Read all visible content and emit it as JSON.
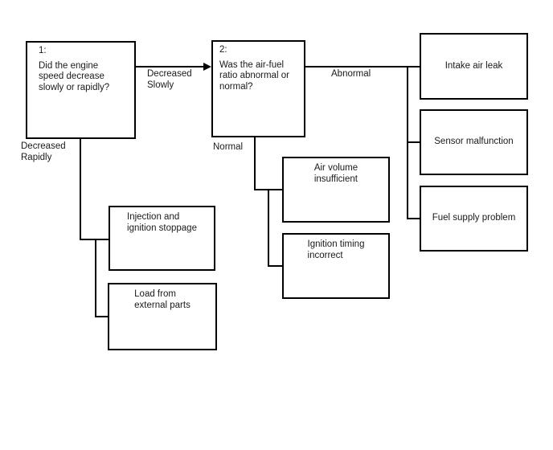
{
  "diagram": {
    "background_color": "#ffffff",
    "line_color": "#000000",
    "nodes": {
      "q1": {
        "id": "1:",
        "text": "Did the engine\nspeed decrease\nslowly or rapidly?"
      },
      "q2": {
        "id": "2:",
        "text": "Was the air-fuel\nratio abnormal or\nnormal?"
      },
      "intake": {
        "text": "Intake air leak"
      },
      "sensor": {
        "text": "Sensor malfunction"
      },
      "fuel": {
        "text": "Fuel supply problem"
      },
      "air_volume": {
        "text": "Air volume\ninsufficient"
      },
      "ignition_timing": {
        "text": "Ignition timing\nincorrect"
      },
      "injection": {
        "text": "Injection and\nignition stoppage"
      },
      "load": {
        "text": "Load from\nexternal parts"
      }
    },
    "edge_labels": {
      "decreased_slowly": "Decreased\nSlowly",
      "decreased_rapidly": "Decreased\nRapidly",
      "abnormal": "Abnormal",
      "normal": "Normal"
    }
  }
}
